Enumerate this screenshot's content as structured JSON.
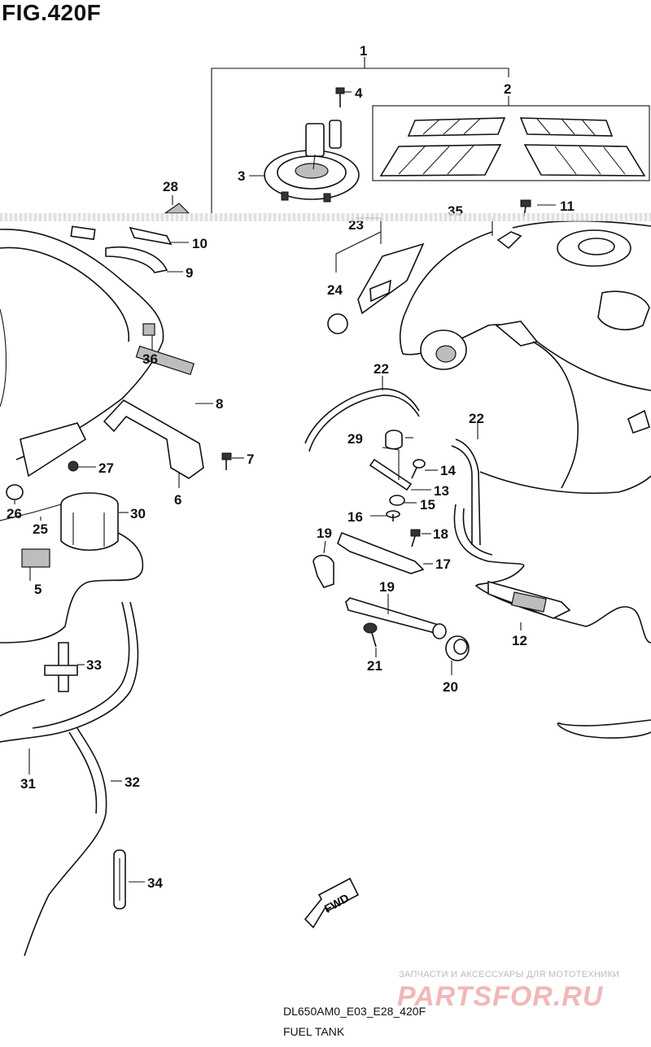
{
  "figure": {
    "title": "FIG.420F",
    "model_code": "DL650AM0_E03_E28_420F",
    "name": "FUEL TANK"
  },
  "watermark": {
    "line1": "ЗАПЧАСТИ И АКСЕССУАРЫ ДЛЯ МОТОТЕХНИКИ",
    "line2": "PARTSFOR.RU"
  },
  "callouts": {
    "c1": "1",
    "c2": "2",
    "c3": "3",
    "c4": "4",
    "c5": "5",
    "c6": "6",
    "c7": "7",
    "c8": "8",
    "c9": "9",
    "c10": "10",
    "c11": "11",
    "c12": "12",
    "c13": "13",
    "c14": "14",
    "c15": "15",
    "c16": "16",
    "c17": "17",
    "c18": "18",
    "c19a": "19",
    "c19b": "19",
    "c20": "20",
    "c21": "21",
    "c22a": "22",
    "c22b": "22",
    "c23": "23",
    "c24": "24",
    "c25": "25",
    "c26": "26",
    "c27": "27",
    "c28": "28",
    "c29": "29",
    "c30": "30",
    "c31": "31",
    "c32": "32",
    "c33": "33",
    "c34": "34",
    "c35": "35",
    "c36": "36"
  },
  "fwd_badge": "FWD",
  "colors": {
    "line": "#111111",
    "watermark_red": "#f2b7b7",
    "watermark_gray": "#bbbbbb"
  }
}
